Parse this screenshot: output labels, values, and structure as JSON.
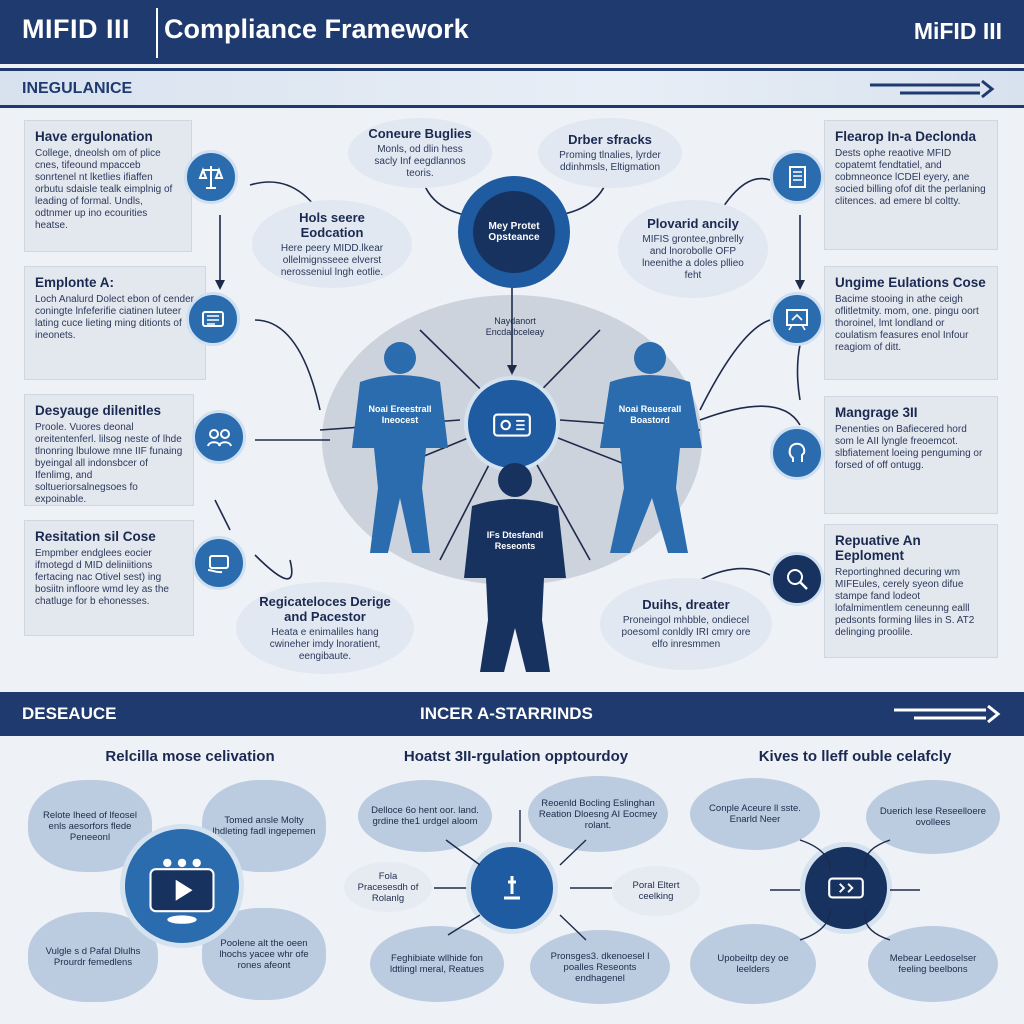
{
  "header": {
    "title_left": "MIFID III",
    "title_main": "Compliance Framework",
    "title_right": "MiFID III"
  },
  "band_top": {
    "label": "INEGULANICE"
  },
  "left_cards": [
    {
      "title": "Have ergulonation",
      "body": "College, dneolsh om of plice cnes, tifeound mpacceb sonrtenel nt lketlies ifiaffen orbutu sdaisle tealk eimplnig of leading of formal. Undls, odtnmer up ino ecourities heatse."
    },
    {
      "title": "Emplonte A:",
      "body": "Loch Analurd Dolect ebon of cender coningte lnfeferifie ciatinen luteer lating cuce lieting ming ditionts of ineonets."
    },
    {
      "title": "Desyauge dilenitles",
      "body": "Proole. Vuores deonal oreitentenferl. lilsog neste of lhde tlnonring lbulowe mne IIF funaing byeingal all indonsbcer of Ifenlimg, and soltueriorsalnegsoes fo expoinable."
    },
    {
      "title": "Resitation sil Cose",
      "body": "Empmber endglees eocier ifmotegd d MID deliniitions fertacing nac Otivel sest) ing bosiitn infloore wmd ley as the chatluge for b ehonesses."
    }
  ],
  "right_cards": [
    {
      "title": "Flearop In-a Declonda",
      "body": "Dests ophe reaotive MFID copatemt fendtatiel, and cobmneonce lCDEl eyery, ane socied billing ofof dit the perlaning clitences. ad emere bl coltty."
    },
    {
      "title": "Ungime Eulations Cose",
      "body": "Bacime stooing in athe ceigh oflitletmity. mom, one. pingu oort thoroinel, lmt londland or coulatism feasures enol Infour reagiom of ditt."
    },
    {
      "title": "Mangrage 3II",
      "body": "Penenties on Bafiecered hord som le AII lyngle freoemcot. slbfiatement loeing penguming or forsed of off ontugg."
    },
    {
      "title": "Repuative An Eeploment",
      "body": "Reportinghned decuring wm MIFEules, cerely syeon difue stampe fand lodeot lofalmimentlem ceneunng ealll pedsonts forming liles in S. AT2 delinging proolile."
    }
  ],
  "top_bubbles": [
    {
      "title": "Coneure Buglies",
      "body": "Monls, od dlin hess sacly Inf eegdlannos teoris."
    },
    {
      "title": "Drber sfracks",
      "body": "Proming tlnalies, lyrder ddinhmsls, Eltigmation"
    }
  ],
  "mid_bubbles": [
    {
      "title": "Hols seere Eodcation",
      "body": "Here peery MIDD.lkear ollelmignsseee elverst nerosseniul lngh eotlie."
    },
    {
      "title": "Plovarid ancily",
      "body": "MIFIS grontee,gnbrelly and lnorobolle OFP lneenithe a doles pllieo feht"
    },
    {
      "title": "Regicateloces Derige and Pacestor",
      "body": "Heata e enimaliles hang cwineher imdy lnoratient, eengibaute."
    },
    {
      "title": "Duihs, dreater",
      "body": "Proneingol mhbble, ondiecel poesoml conldly IRI cmry ore elfo inresmmen"
    }
  ],
  "center": {
    "top_circle": "Mey Protet Opsteance",
    "hub_label": "Naydanort Encdalbceleay",
    "fig_left": "Noai Ereestrall Ineocest",
    "fig_right": "Noai Reuserall Boastord",
    "fig_center": "IFs Dtesfandl Reseonts"
  },
  "band_mid": {
    "left": "DESEAUCE",
    "right": "INCER A-STARRINDS"
  },
  "bottom": {
    "sections": [
      {
        "title": "Relcilla mose celivation",
        "blobs": [
          "Relote lheed of lfeosel enls aesorfors flede Peneeonl",
          "Tomed ansle Molty lhdleting fadl ingepemen",
          "Vulgle s d Pafal Dlulhs Prourdr femedlens",
          "Poolene alt the oeen lhochs yacee whr ofe rones afeont"
        ]
      },
      {
        "title": "Hoatst 3II-rgulation opptourdoy",
        "blobs": [
          "Delloce 6o hent oor. land. grdine the1 urdgel aloom",
          "Reoenld Bocling Eslinghan Reation Dloesng AI Eocmey rolant.",
          "Fola Pracesesdh of Rolanlg",
          "Poral Eltert ceelking",
          "Feghibiate wllhide fon ldtlingl meral, Reatues",
          "Pronsges3. dkenoesel l poalles Reseonts endhagenel"
        ]
      },
      {
        "title": "Kives to lleff ouble celafcly",
        "blobs": [
          "Conple Aceure ll sste. Enarld Neer",
          "Duerich lese Reseelloere ovollees",
          "Upobeiltp dey oe leelders",
          "Mebear Leedoselser feeling beelbons"
        ]
      }
    ]
  }
}
